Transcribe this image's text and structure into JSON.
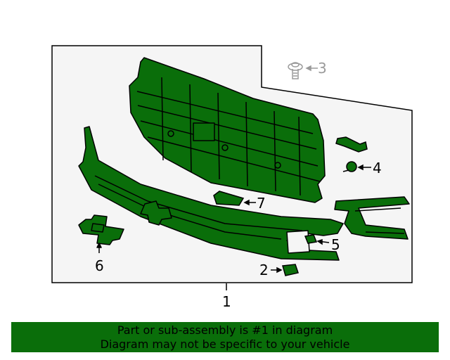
{
  "colors": {
    "highlight": "#0a6e0a",
    "outline": "#000000",
    "panel": "#f5f5f5",
    "unhighlighted": "#9a9a9a"
  },
  "callouts": {
    "main": "1",
    "c2": "2",
    "c3": "3",
    "c4": "4",
    "c5": "5",
    "c6": "6",
    "c7": "7"
  },
  "footer": {
    "line1": "Part or sub-assembly is #1 in diagram",
    "line2": "Diagram may not be specific to your vehicle"
  }
}
